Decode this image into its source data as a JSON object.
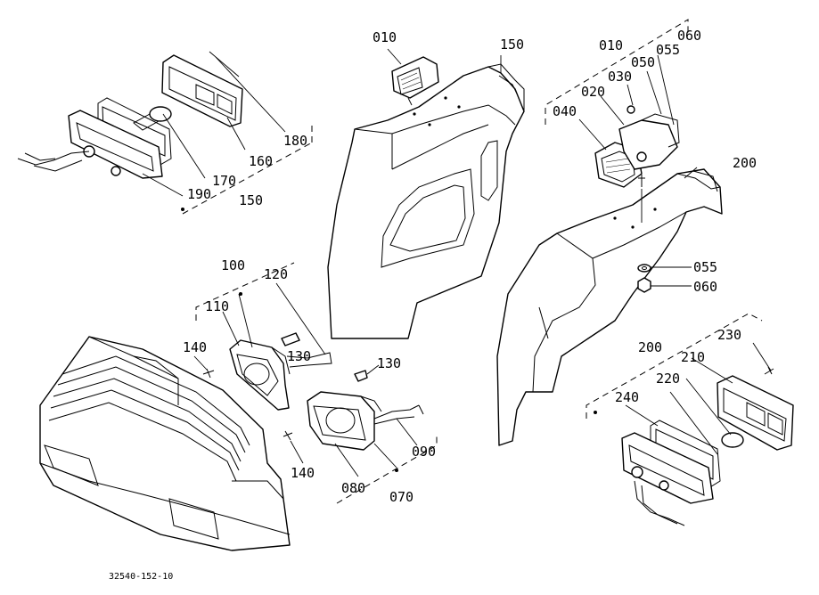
{
  "diagram": {
    "drawing_code": "32540-152-10",
    "labels": {
      "l_010_fender": "010",
      "l_150_fender": "150",
      "l_180": "180",
      "l_160": "160",
      "l_170": "170",
      "l_190": "190",
      "l_150_group": "150",
      "l_100": "100",
      "l_120": "120",
      "l_110": "110",
      "l_140_a": "140",
      "l_130_a": "130",
      "l_130_b": "130",
      "l_140_b": "140",
      "l_090": "090",
      "l_080": "080",
      "l_070": "070",
      "l_010_group": "010",
      "l_060_group": "060",
      "l_055_group": "055",
      "l_050": "050",
      "l_030": "030",
      "l_020": "020",
      "l_040": "040",
      "l_200_fender": "200",
      "l_055": "055",
      "l_060": "060",
      "l_230": "230",
      "l_200_group": "200",
      "l_210": "210",
      "l_220": "220",
      "l_240": "240"
    }
  }
}
